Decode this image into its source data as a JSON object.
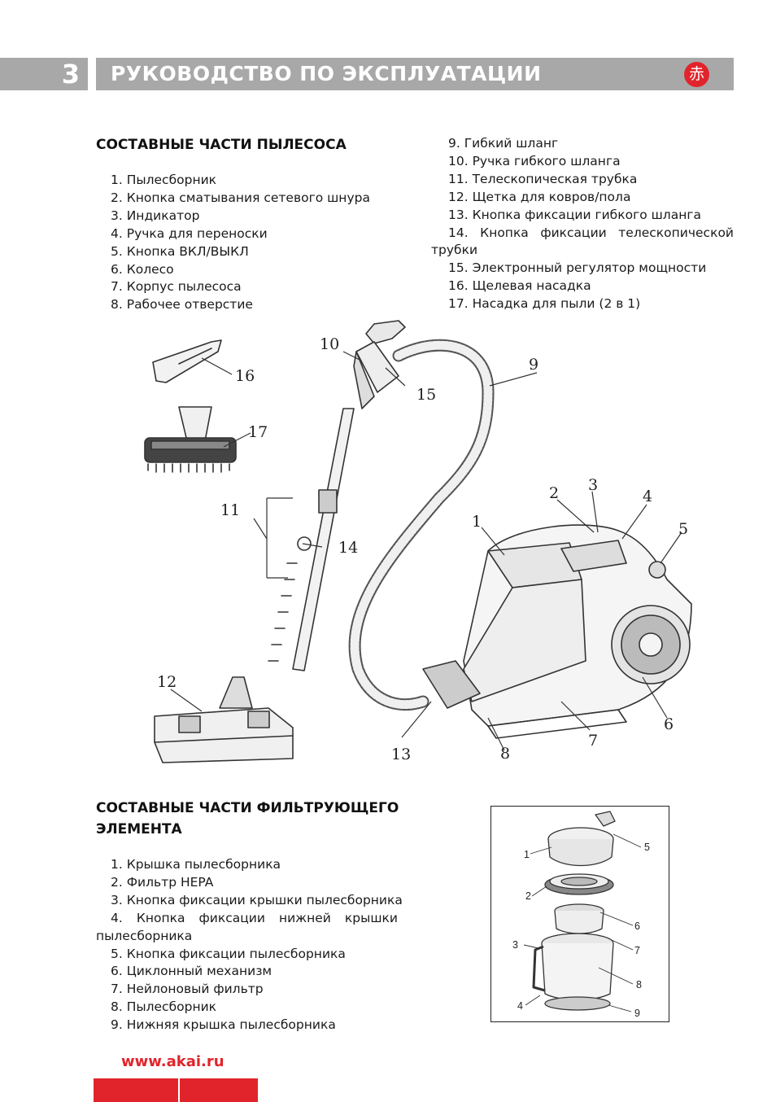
{
  "header": {
    "page_number": "3",
    "title": "РУКОВОДСТВО ПО ЭКСПЛУАТАЦИИ",
    "logo_glyph": "赤"
  },
  "parts_section": {
    "title": "СОСТАВНЫЕ ЧАСТИ ПЫЛЕСОСА",
    "items_left": [
      "1. Пылесборник",
      "2. Кнопка сматывания сетевого шнура",
      "3. Индикатор",
      "4. Ручка для переноски",
      "5. Кнопка ВКЛ/ВЫКЛ",
      "6. Колесо",
      "7. Корпус пылесоса",
      "8. Рабочее отверстие"
    ],
    "items_right": [
      "9. Гибкий шланг",
      "10. Ручка гибкого шланга",
      "11. Телескопическая трубка",
      "12. Щетка для ковров/пола",
      "13. Кнопка фиксации гибкого шланга",
      "14. Кнопка фиксации телескопической",
      "трубки",
      "15. Электронный регулятор мощности",
      "16. Щелевая насадка",
      "17. Насадка для пыли (2 в 1)"
    ]
  },
  "vacuum_diagram": {
    "labels": [
      "1",
      "2",
      "3",
      "4",
      "5",
      "6",
      "7",
      "8",
      "9",
      "10",
      "11",
      "12",
      "13",
      "14",
      "15",
      "16",
      "17"
    ]
  },
  "filter_section": {
    "title_line1": "СОСТАВНЫЕ ЧАСТИ ФИЛЬТРУЮЩЕГО",
    "title_line2": "ЭЛЕМЕНТА",
    "items": [
      "1. Крышка пылесборника",
      "2. Фильтр HEPA",
      "3. Кнопка фиксации крышки пылесборника",
      "4. Кнопка фиксации нижней крышки",
      "пылесборника",
      "5. Кнопка фиксации пылесборника",
      "6. Циклонный механизм",
      "7. Нейлоновый фильтр",
      "8. Пылесборник",
      "9. Нижняя крышка пылесборника"
    ]
  },
  "filter_diagram": {
    "labels": [
      "1",
      "2",
      "3",
      "4",
      "5",
      "6",
      "7",
      "8",
      "9"
    ]
  },
  "footer": {
    "url": "www.akai.ru"
  }
}
